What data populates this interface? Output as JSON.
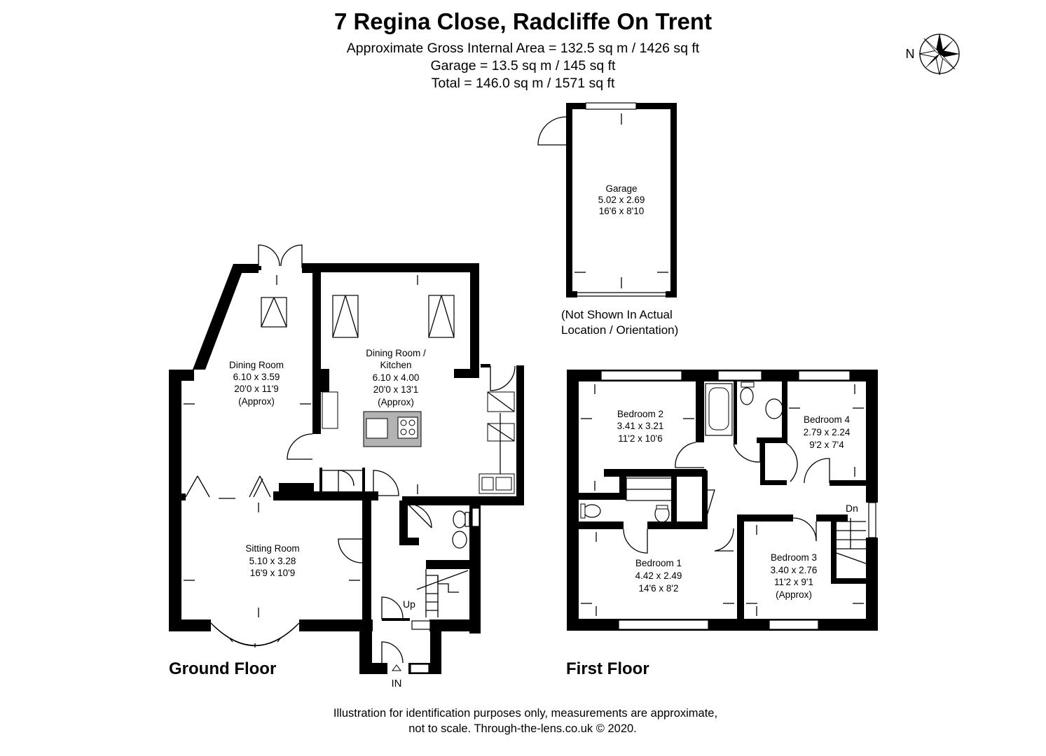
{
  "header": {
    "title": "7 Regina Close, Radcliffe On Trent",
    "gross_area": "Approximate Gross Internal Area = 132.5 sq m / 1426 sq ft",
    "garage_area": "Garage = 13.5 sq m / 145 sq ft",
    "total_area": "Total = 146.0 sq m / 1571 sq ft"
  },
  "compass": {
    "label": "N"
  },
  "garage": {
    "name": "Garage",
    "metric": "5.02 x 2.69",
    "imperial": "16'6 x 8'10",
    "note_line1": "(Not Shown In Actual",
    "note_line2": "Location / Orientation)"
  },
  "ground_floor": {
    "label": "Ground Floor",
    "entrance_label": "IN",
    "stairs_label": "Up",
    "rooms": [
      {
        "name": "Dining Room",
        "metric": "6.10 x 3.59",
        "imperial": "20'0 x 11'9",
        "note": "(Approx)"
      },
      {
        "name": "Dining Room /",
        "name2": "Kitchen",
        "metric": "6.10 x 4.00",
        "imperial": "20'0 x 13'1",
        "note": "(Approx)"
      },
      {
        "name": "Sitting Room",
        "metric": "5.10 x 3.28",
        "imperial": "16'9 x 10'9"
      }
    ]
  },
  "first_floor": {
    "label": "First Floor",
    "stairs_label": "Dn",
    "rooms": [
      {
        "name": "Bedroom 2",
        "metric": "3.41 x 3.21",
        "imperial": "11'2 x 10'6"
      },
      {
        "name": "Bedroom 4",
        "metric": "2.79 x 2.24",
        "imperial": "9'2 x 7'4"
      },
      {
        "name": "Bedroom 1",
        "metric": "4.42 x 2.49",
        "imperial": "14'6 x 8'2"
      },
      {
        "name": "Bedroom 3",
        "metric": "3.40 x 2.76",
        "imperial": "11'2 x 9'1",
        "note": "(Approx)"
      }
    ]
  },
  "footer": {
    "line1": "Illustration for identification purposes only, measurements are approximate,",
    "line2": "not to scale. Through-the-lens.co.uk © 2020."
  }
}
